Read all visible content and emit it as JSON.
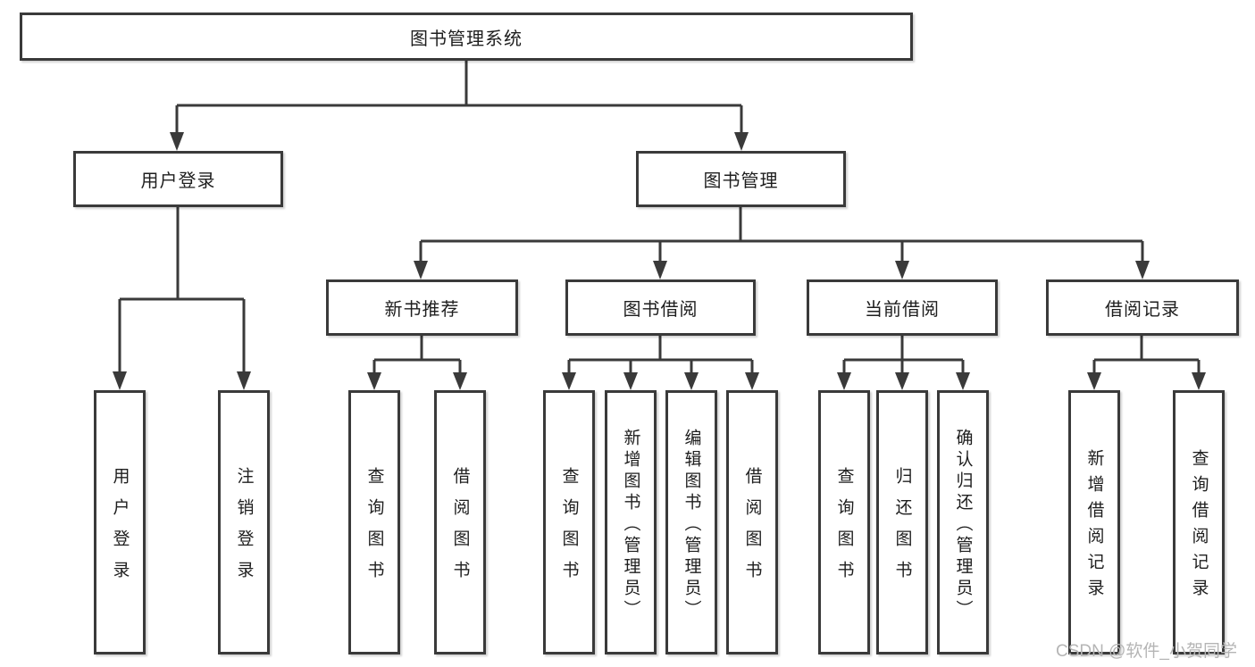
{
  "diagram": {
    "type": "tree",
    "background": "#ffffff",
    "line_color": "#3a3a3a",
    "box_border_color": "#3a3a3a",
    "text_color": "#1e1e1e",
    "watermark": {
      "text": "CSDN @软件_小贺同学",
      "color": "#b5b5b5"
    },
    "tree": {
      "label": "图书管理系统",
      "children": [
        {
          "label": "用户登录",
          "children": [
            {
              "label": "用户登录"
            },
            {
              "label": "注销登录"
            }
          ]
        },
        {
          "label": "图书管理",
          "children": [
            {
              "label": "新书推荐",
              "children": [
                {
                  "label": "查询图书"
                },
                {
                  "label": "借阅图书"
                }
              ]
            },
            {
              "label": "图书借阅",
              "children": [
                {
                  "label": "查询图书"
                },
                {
                  "label": "新增图书（管理员）"
                },
                {
                  "label": "编辑图书（管理员）"
                },
                {
                  "label": "借阅图书"
                }
              ]
            },
            {
              "label": "当前借阅",
              "children": [
                {
                  "label": "查询图书"
                },
                {
                  "label": "归还图书"
                },
                {
                  "label": "确认归还（管理员）"
                }
              ]
            },
            {
              "label": "借阅记录",
              "children": [
                {
                  "label": "新增借阅记录"
                },
                {
                  "label": "查询借阅记录"
                }
              ]
            }
          ]
        }
      ]
    }
  }
}
